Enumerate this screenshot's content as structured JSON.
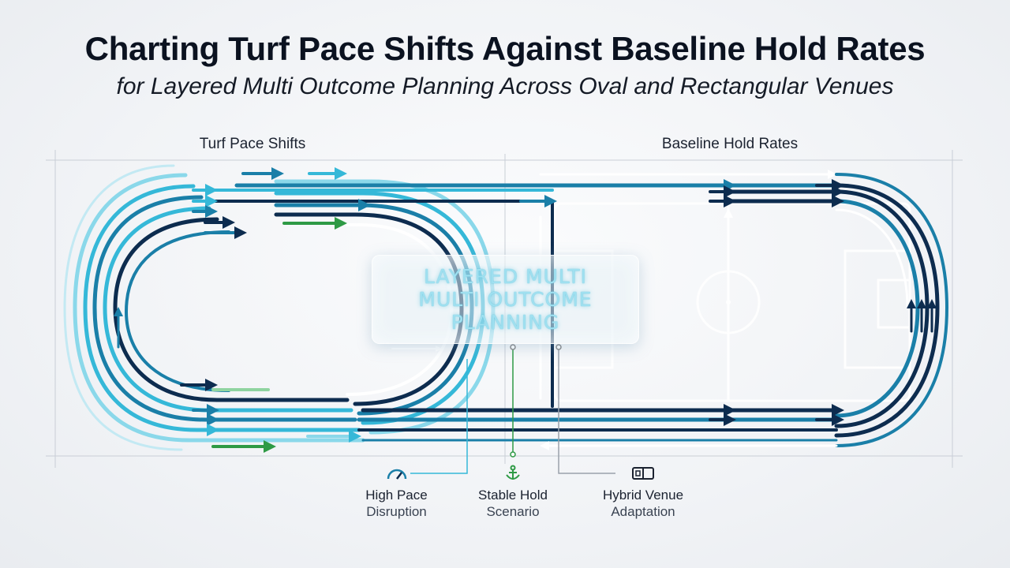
{
  "header": {
    "title": "Charting Turf Pace Shifts Against Baseline Hold Rates",
    "subtitle": "for Layered Multi Outcome Planning Across Oval and Rectangular Venues"
  },
  "panels": {
    "left_label": "Turf Pace Shifts",
    "right_label": "Baseline Hold Rates"
  },
  "center": {
    "lines": [
      "LAYERED MULTI",
      "MULTI OUTCOME",
      "PLANNING"
    ]
  },
  "legend": [
    {
      "icon": "gauge-icon",
      "line1": "High Pace",
      "line2": "Disruption"
    },
    {
      "icon": "anchor-icon",
      "line1": "Stable Hold",
      "line2": "Scenario"
    },
    {
      "icon": "split-venue-icon",
      "line1": "Hybrid Venue",
      "line2": "Adaptation"
    }
  ],
  "colors": {
    "navy": "#0d2c4f",
    "teal": "#1a7fa8",
    "cyan": "#35b8d8",
    "light_cyan": "#8ad8ea",
    "green": "#2e9a45",
    "title": "#0b1220"
  }
}
